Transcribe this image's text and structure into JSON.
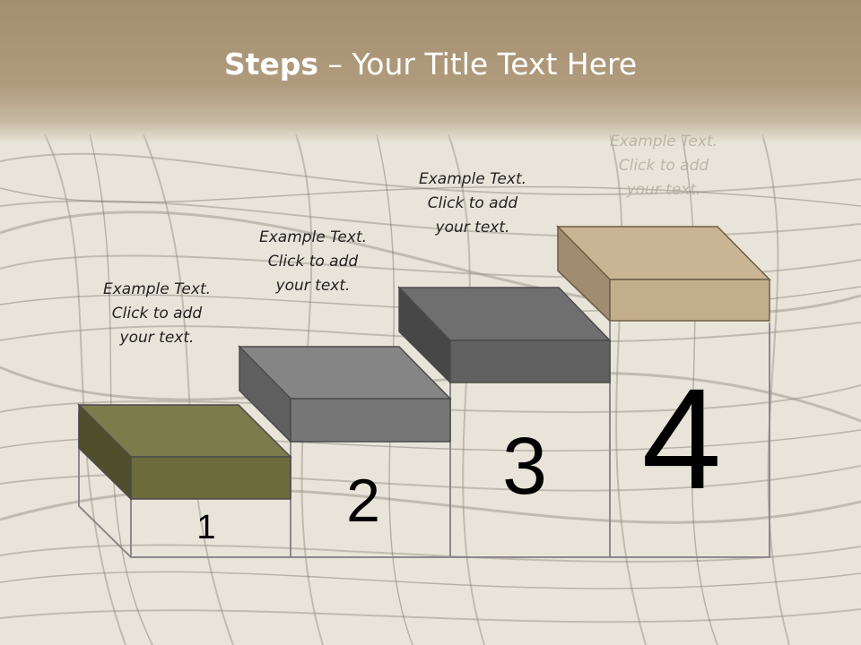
{
  "slide": {
    "title_bold": "Steps",
    "title_rest": " – Your Title Text Here"
  },
  "steps": [
    {
      "number": "1",
      "caption": [
        "Example Text.",
        "Click  to add",
        "your text."
      ],
      "top_color": "#7b7b4c",
      "front_color": "#6b6b3c",
      "side_color": "#4f502b"
    },
    {
      "number": "2",
      "caption": [
        "Example Text.",
        "Click  to add",
        "your text."
      ],
      "top_color": "#858585",
      "front_color": "#777777",
      "side_color": "#5f5f5f"
    },
    {
      "number": "3",
      "caption": [
        "Example Text.",
        "Click  to add",
        "your text."
      ],
      "top_color": "#6f6f6f",
      "front_color": "#616161",
      "side_color": "#474747"
    },
    {
      "number": "4",
      "caption": [
        "Example Text.",
        "Click  to add",
        "your text."
      ],
      "top_color": "#c9b493",
      "front_color": "#c3ae8c",
      "side_color": "#a08d70"
    }
  ]
}
